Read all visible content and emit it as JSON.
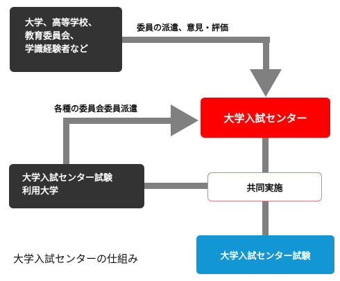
{
  "boxes": {
    "stakeholders": {
      "lines": [
        "大学、高等学校、",
        "教育委員会、",
        "学識経験者など"
      ]
    },
    "center": {
      "label": "大学入試センター"
    },
    "universities": {
      "lines": [
        "大学入試センター試験",
        "利用大学"
      ]
    },
    "joint": {
      "label": "共同実施"
    },
    "exam": {
      "label": "大学入試センター試験"
    }
  },
  "arrows": {
    "dispatch_opinion": "委員の派遣、意見・評価",
    "committee_dispatch": "各種の委員会委員派遣"
  },
  "caption": "大学入試センターの仕組み",
  "colors": {
    "dark_box": "#333333",
    "center_box": "#ff0000",
    "exam_box": "#1296d4",
    "connector": "#808080",
    "joint_border": "#e08080"
  }
}
